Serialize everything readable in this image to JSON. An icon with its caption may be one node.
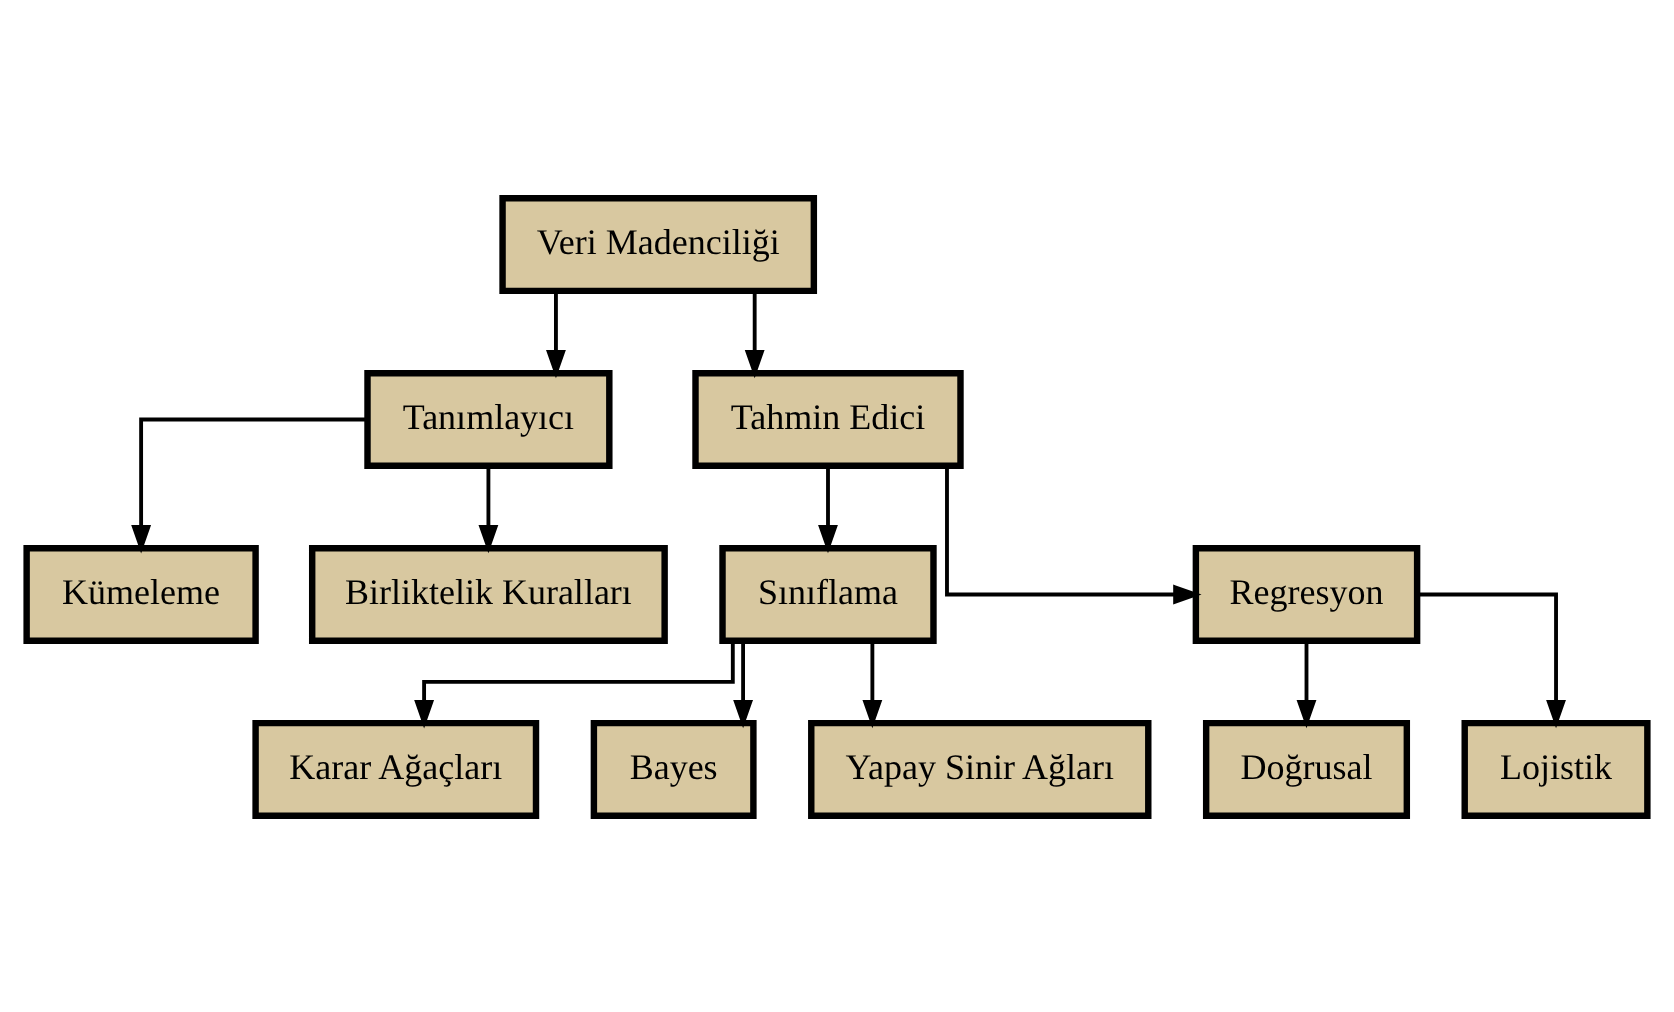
{
  "diagram": {
    "nodes": [
      {
        "text": [
          "Veri Madenciliği"
        ]
      },
      {
        "text": [
          "Tanımlayıcı"
        ]
      },
      {
        "text": [
          "Tahmin Edici"
        ]
      },
      {
        "text": [
          "Kümeleme"
        ]
      },
      {
        "text": [
          "Birliktelik Kuralları"
        ]
      },
      {
        "text": [
          "Sınıflama"
        ]
      },
      {
        "text": [
          "Regresyon"
        ]
      },
      {
        "text": [
          "Karar Ağaçları"
        ]
      },
      {
        "text": [
          "Bayes"
        ]
      },
      {
        "text": [
          "Yapay Sinir Ağları"
        ]
      },
      {
        "text": [
          "Doğrusal"
        ]
      },
      {
        "text": [
          "Lojistik"
        ]
      }
    ],
    "edges": [
      {
        "from": 0,
        "to": 1,
        "arrow": "to"
      },
      {
        "from": 0,
        "to": 2,
        "arrow": "to"
      },
      {
        "from": 1,
        "to": 3,
        "arrow": "to"
      },
      {
        "from": 1,
        "to": 4,
        "arrow": "to"
      },
      {
        "from": 2,
        "to": 5,
        "arrow": "to"
      },
      {
        "from": 2,
        "to": 6,
        "arrow": "to"
      },
      {
        "from": 5,
        "to": 7,
        "arrow": "to"
      },
      {
        "from": 5,
        "to": 8,
        "arrow": "to"
      },
      {
        "from": 5,
        "to": 9,
        "arrow": "to"
      },
      {
        "from": 6,
        "to": 10,
        "arrow": "to"
      },
      {
        "from": 6,
        "to": 11,
        "arrow": "to"
      }
    ]
  }
}
